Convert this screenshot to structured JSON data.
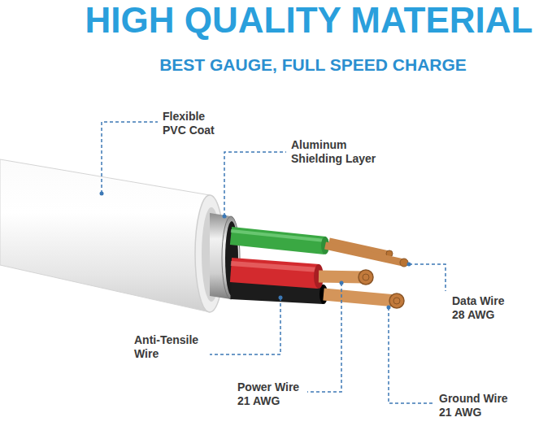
{
  "diagram": {
    "title": "HIGH QUALITY MATERIAL",
    "labels": [
      "BEST GAUGE, FULL SPEED CHARGE",
      "Flexible PVC Coat",
      "Aluminum Shielding Layer",
      "Data Wire 28 AWG",
      "Anti-Tensile Wire",
      "Power Wire 21 AWG",
      "Ground Wire 21 AWG"
    ]
  }
}
